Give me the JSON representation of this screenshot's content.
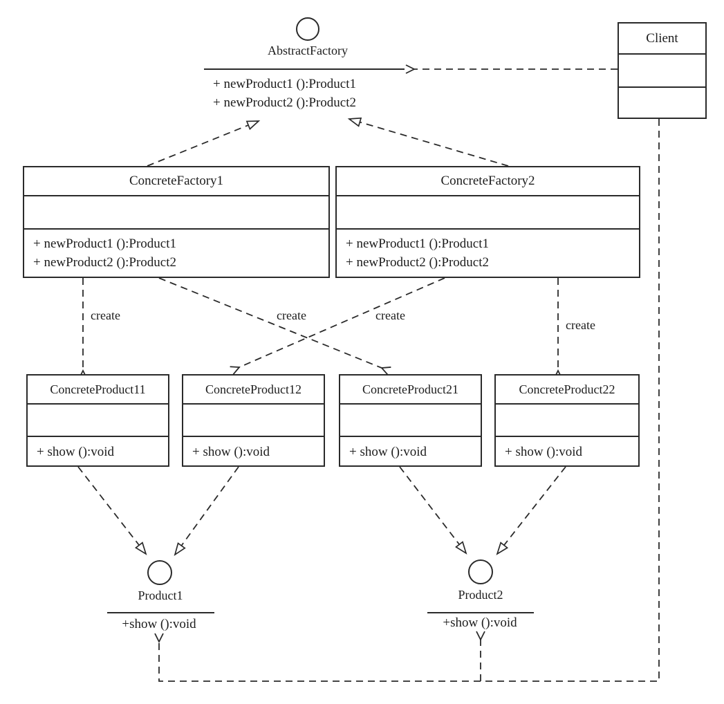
{
  "diagram": {
    "abstract_factory": {
      "name": "AbstractFactory",
      "methods": [
        "+ newProduct1 ():Product1",
        "+ newProduct2 ():Product2"
      ]
    },
    "client": {
      "name": "Client"
    },
    "concrete_factory1": {
      "name": "ConcreteFactory1",
      "methods": [
        "+ newProduct1 ():Product1",
        "+ newProduct2 ():Product2"
      ]
    },
    "concrete_factory2": {
      "name": "ConcreteFactory2",
      "methods": [
        "+ newProduct1 ():Product1",
        "+ newProduct2 ():Product2"
      ]
    },
    "concrete_product11": {
      "name": "ConcreteProduct11",
      "methods": [
        "+ show ():void"
      ]
    },
    "concrete_product12": {
      "name": "ConcreteProduct12",
      "methods": [
        "+ show ():void"
      ]
    },
    "concrete_product21": {
      "name": "ConcreteProduct21",
      "methods": [
        "+ show ():void"
      ]
    },
    "concrete_product22": {
      "name": "ConcreteProduct22",
      "methods": [
        "+ show ():void"
      ]
    },
    "product1": {
      "name": "Product1",
      "method": "+show ():void"
    },
    "product2": {
      "name": "Product2",
      "method": "+show ():void"
    },
    "edge_labels": {
      "create": "create"
    },
    "colors": {
      "ink": "#2a2a2a",
      "background": "#ffffff"
    }
  }
}
